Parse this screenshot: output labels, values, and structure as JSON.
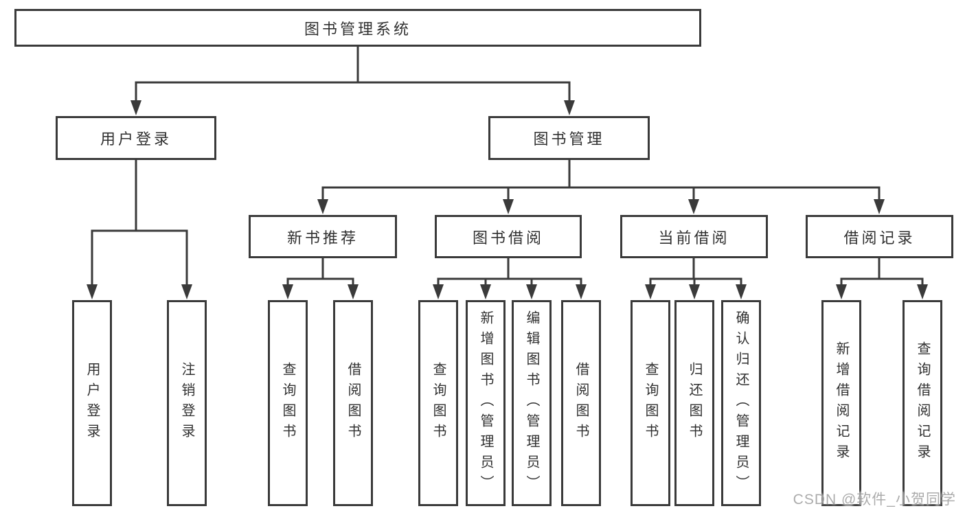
{
  "title": "图书管理系统",
  "watermark": "CSDN @软件_小贺同学",
  "colors": {
    "line": "#3a3a3a",
    "text": "#303030",
    "watermark": "#a3a3a3",
    "background": "#ffffff"
  },
  "nodes": {
    "root": {
      "label": "图书管理系统"
    },
    "level2": [
      {
        "label": "用户登录"
      },
      {
        "label": "图书管理"
      }
    ],
    "level3": [
      {
        "label": "新书推荐",
        "parent": "图书管理"
      },
      {
        "label": "图书借阅",
        "parent": "图书管理"
      },
      {
        "label": "当前借阅",
        "parent": "图书管理"
      },
      {
        "label": "借阅记录",
        "parent": "图书管理"
      }
    ],
    "leaves": [
      {
        "label": "用户登录",
        "parent": "用户登录"
      },
      {
        "label": "注销登录",
        "parent": "用户登录"
      },
      {
        "label": "查询图书",
        "parent": "新书推荐"
      },
      {
        "label": "借阅图书",
        "parent": "新书推荐"
      },
      {
        "label": "查询图书",
        "parent": "图书借阅"
      },
      {
        "label": "新增图书（管理员）",
        "parent": "图书借阅"
      },
      {
        "label": "编辑图书（管理员）",
        "parent": "图书借阅"
      },
      {
        "label": "借阅图书",
        "parent": "图书借阅"
      },
      {
        "label": "查询图书",
        "parent": "当前借阅"
      },
      {
        "label": "归还图书",
        "parent": "当前借阅"
      },
      {
        "label": "确认归还（管理员）",
        "parent": "当前借阅"
      },
      {
        "label": "新增借阅记录",
        "parent": "借阅记录"
      },
      {
        "label": "查询借阅记录",
        "parent": "借阅记录"
      }
    ]
  }
}
